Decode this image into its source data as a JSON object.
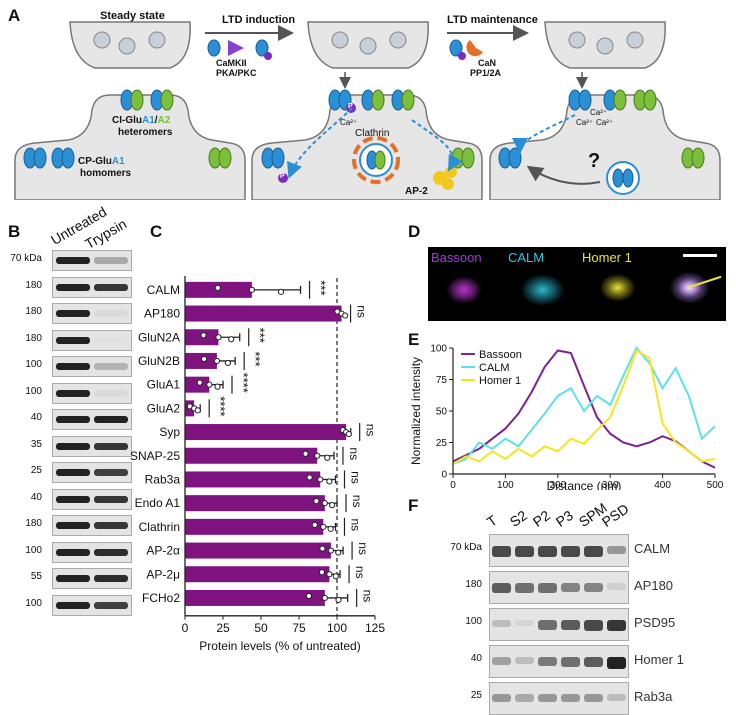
{
  "panelA": {
    "letter": "A",
    "stage1_title": "Steady state",
    "arrow1_title": "LTD induction",
    "arrow1_kinases_line1": "CaMKII",
    "arrow1_kinases_line2": "PKA/PKC",
    "arrow2_title": "LTD maintenance",
    "arrow2_phosphatases_line1": "CaN",
    "arrow2_phosphatases_line2": "PP1/2A",
    "ci_label_prefix": "CI-Glu",
    "ci_label_a1": "A1",
    "ci_label_sep": "/",
    "ci_label_a2": "A2",
    "ci_label_line2": "heteromers",
    "cp_label_prefix": "CP-Glu",
    "cp_label_a1": "A1",
    "cp_label_line2": "homomers",
    "clathrin": "Clathrin",
    "ap2": "AP-2",
    "ca_single": "Ca²⁺",
    "ca_top": "Ca²⁺",
    "ca_left": "Ca²⁺",
    "ca_right": "Ca²⁺",
    "question": "?",
    "p": "P",
    "colors": {
      "blue": "#2b8fd6",
      "green": "#7bbf3a",
      "purple": "#7b2cbf",
      "orange": "#e2702a",
      "yellow": "#f2c81e",
      "membrane": "#e6e6e6"
    }
  },
  "panelB": {
    "letter": "B",
    "col_labels": [
      "Untreated",
      "Trypsin"
    ],
    "mw_labels": [
      "70 kDa",
      "180",
      "180",
      "180",
      "100",
      "100",
      "40",
      "35",
      "25",
      "40",
      "180",
      "100",
      "55",
      "100"
    ],
    "trypsin_intensity": [
      0.3,
      0.9,
      0.05,
      0.02,
      0.25,
      0.05,
      1.0,
      0.9,
      0.85,
      0.9,
      0.9,
      0.95,
      0.95,
      0.85
    ]
  },
  "panelC": {
    "letter": "C",
    "chart_data": {
      "type": "bar",
      "orientation": "horizontal",
      "categories": [
        "CALM",
        "AP180",
        "GluN2A",
        "GluN2B",
        "GluA1",
        "GluA2",
        "Syp",
        "SNAP-25",
        "Rab3a",
        "Endo A1",
        "Clathrin",
        "AP-2α",
        "AP-2μ",
        "FCHo2"
      ],
      "values": [
        44,
        103,
        22,
        21,
        16,
        6,
        106,
        87,
        89,
        92,
        91,
        96,
        95,
        92
      ],
      "errors": [
        32,
        0,
        14,
        12,
        9,
        4,
        3,
        11,
        10,
        8,
        8,
        8,
        7,
        15
      ],
      "significance": [
        "***",
        "ns",
        "***",
        "***",
        "****",
        "****",
        "ns",
        "ns",
        "ns",
        "ns",
        "ns",
        "ns",
        "ns",
        "ns"
      ],
      "xlabel": "Protein levels (% of untreated)",
      "xlim": [
        0,
        125
      ],
      "xticks": [
        0,
        25,
        50,
        75,
        100,
        125
      ],
      "reference_line": 100,
      "bar_color": "#7f1480"
    }
  },
  "panelD": {
    "letter": "D",
    "channels": [
      {
        "name": "Bassoon",
        "color": "#a23bd6"
      },
      {
        "name": "CALM",
        "color": "#36c7d8"
      },
      {
        "name": "Homer 1",
        "color": "#e8e33a"
      }
    ]
  },
  "panelE": {
    "letter": "E",
    "chart_data": {
      "type": "line",
      "x": [
        0,
        25,
        50,
        75,
        100,
        125,
        150,
        175,
        200,
        225,
        250,
        275,
        300,
        325,
        350,
        375,
        400,
        425,
        450,
        475,
        500
      ],
      "series": [
        {
          "name": "Bassoon",
          "color": "#7b2391",
          "values": [
            10,
            15,
            20,
            28,
            36,
            48,
            65,
            85,
            98,
            96,
            70,
            45,
            32,
            25,
            22,
            25,
            30,
            26,
            18,
            10,
            5
          ]
        },
        {
          "name": "CALM",
          "color": "#5de0ea",
          "values": [
            8,
            12,
            25,
            20,
            28,
            22,
            35,
            48,
            62,
            68,
            50,
            62,
            55,
            78,
            100,
            88,
            68,
            84,
            62,
            28,
            38
          ]
        },
        {
          "name": "Homer 1",
          "color": "#f2e81c",
          "values": [
            8,
            14,
            10,
            18,
            12,
            20,
            14,
            22,
            18,
            28,
            24,
            35,
            45,
            70,
            98,
            92,
            40,
            25,
            18,
            10,
            12
          ]
        }
      ],
      "xlabel": "Distance (nm)",
      "ylabel": "Normalized intensity",
      "xlim": [
        0,
        500
      ],
      "ylim": [
        0,
        100
      ],
      "xticks": [
        0,
        100,
        200,
        300,
        400,
        500
      ],
      "yticks": [
        0,
        25,
        50,
        75,
        100
      ],
      "legend_position": "top-left"
    }
  },
  "panelF": {
    "letter": "F",
    "col_labels": [
      "T",
      "S2",
      "P2",
      "P3",
      "SPM",
      "PSD"
    ],
    "mw_labels": [
      "70 kDa",
      "180",
      "100",
      "40",
      "25"
    ],
    "blot_names": [
      "CALM",
      "AP180",
      "PSD95",
      "Homer 1",
      "Rab3a"
    ],
    "intensity": [
      [
        0.8,
        0.8,
        0.8,
        0.8,
        0.8,
        0.4
      ],
      [
        0.7,
        0.6,
        0.6,
        0.5,
        0.5,
        0.1
      ],
      [
        0.2,
        0.05,
        0.6,
        0.7,
        0.8,
        0.9
      ],
      [
        0.35,
        0.2,
        0.55,
        0.6,
        0.7,
        1.0
      ],
      [
        0.4,
        0.3,
        0.4,
        0.4,
        0.4,
        0.2
      ]
    ]
  }
}
